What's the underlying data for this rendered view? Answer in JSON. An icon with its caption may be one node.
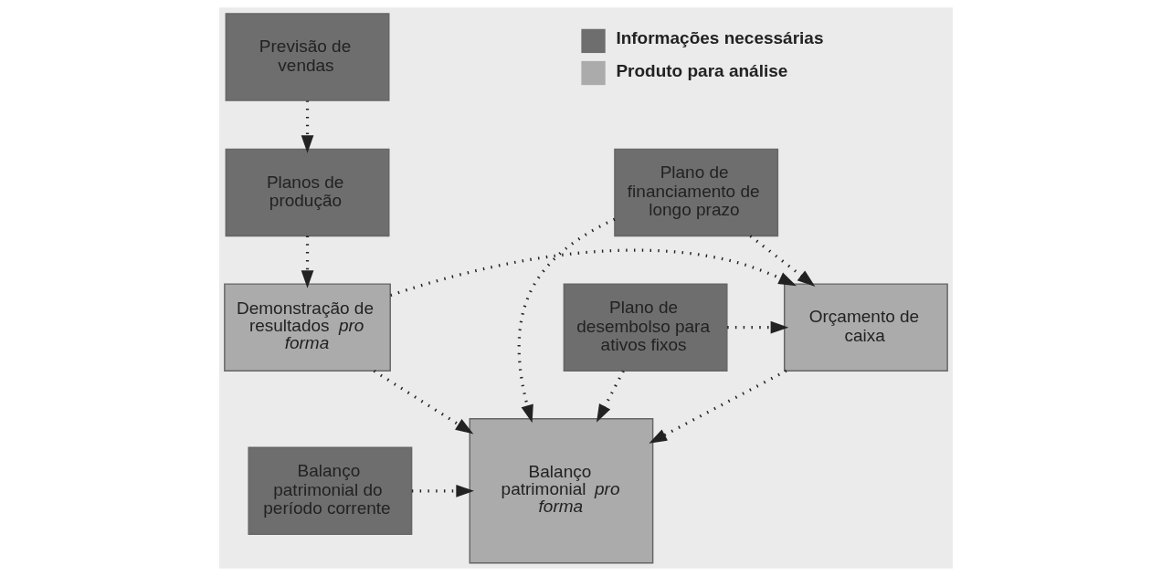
{
  "diagram": {
    "nodes": [
      {
        "text": [
          "Previsão de vendas"
        ]
      },
      {
        "text": [
          "Planos de produção"
        ]
      },
      {
        "text": [
          "Plano de financiamento de longo prazo"
        ]
      },
      {
        "text": [
          "Demonstração de resultados *pro forma*"
        ]
      },
      {
        "text": [
          "Orçamento de caixa"
        ]
      },
      {
        "text": [
          "Plano de desembolso para ativos fixos"
        ]
      },
      {
        "text": [
          "Balanço patrimonial do período corrente"
        ]
      },
      {
        "text": [
          "Balanço patrimonial *pro forma*"
        ]
      }
    ],
    "edges": [
      {
        "from": 0,
        "to": 1,
        "arrow": "to"
      },
      {
        "from": 1,
        "to": 3,
        "arrow": "to"
      },
      {
        "from": 2,
        "to": 4,
        "arrow": "to"
      },
      {
        "from": 3,
        "to": 4,
        "arrow": "to"
      },
      {
        "from": 5,
        "to": 4,
        "arrow": "to"
      },
      {
        "from": 3,
        "to": 7,
        "arrow": "to"
      },
      {
        "from": 4,
        "to": 7,
        "arrow": "to"
      },
      {
        "from": 5,
        "to": 7,
        "arrow": "to"
      },
      {
        "from": 2,
        "to": 7,
        "arrow": "to"
      },
      {
        "from": 6,
        "to": 7,
        "arrow": "to"
      }
    ],
    "legend": [
      {
        "text": "Informações necessárias",
        "color": "#6e6e6e"
      },
      {
        "text": "Produto para análise",
        "color": "#ababab"
      }
    ]
  }
}
